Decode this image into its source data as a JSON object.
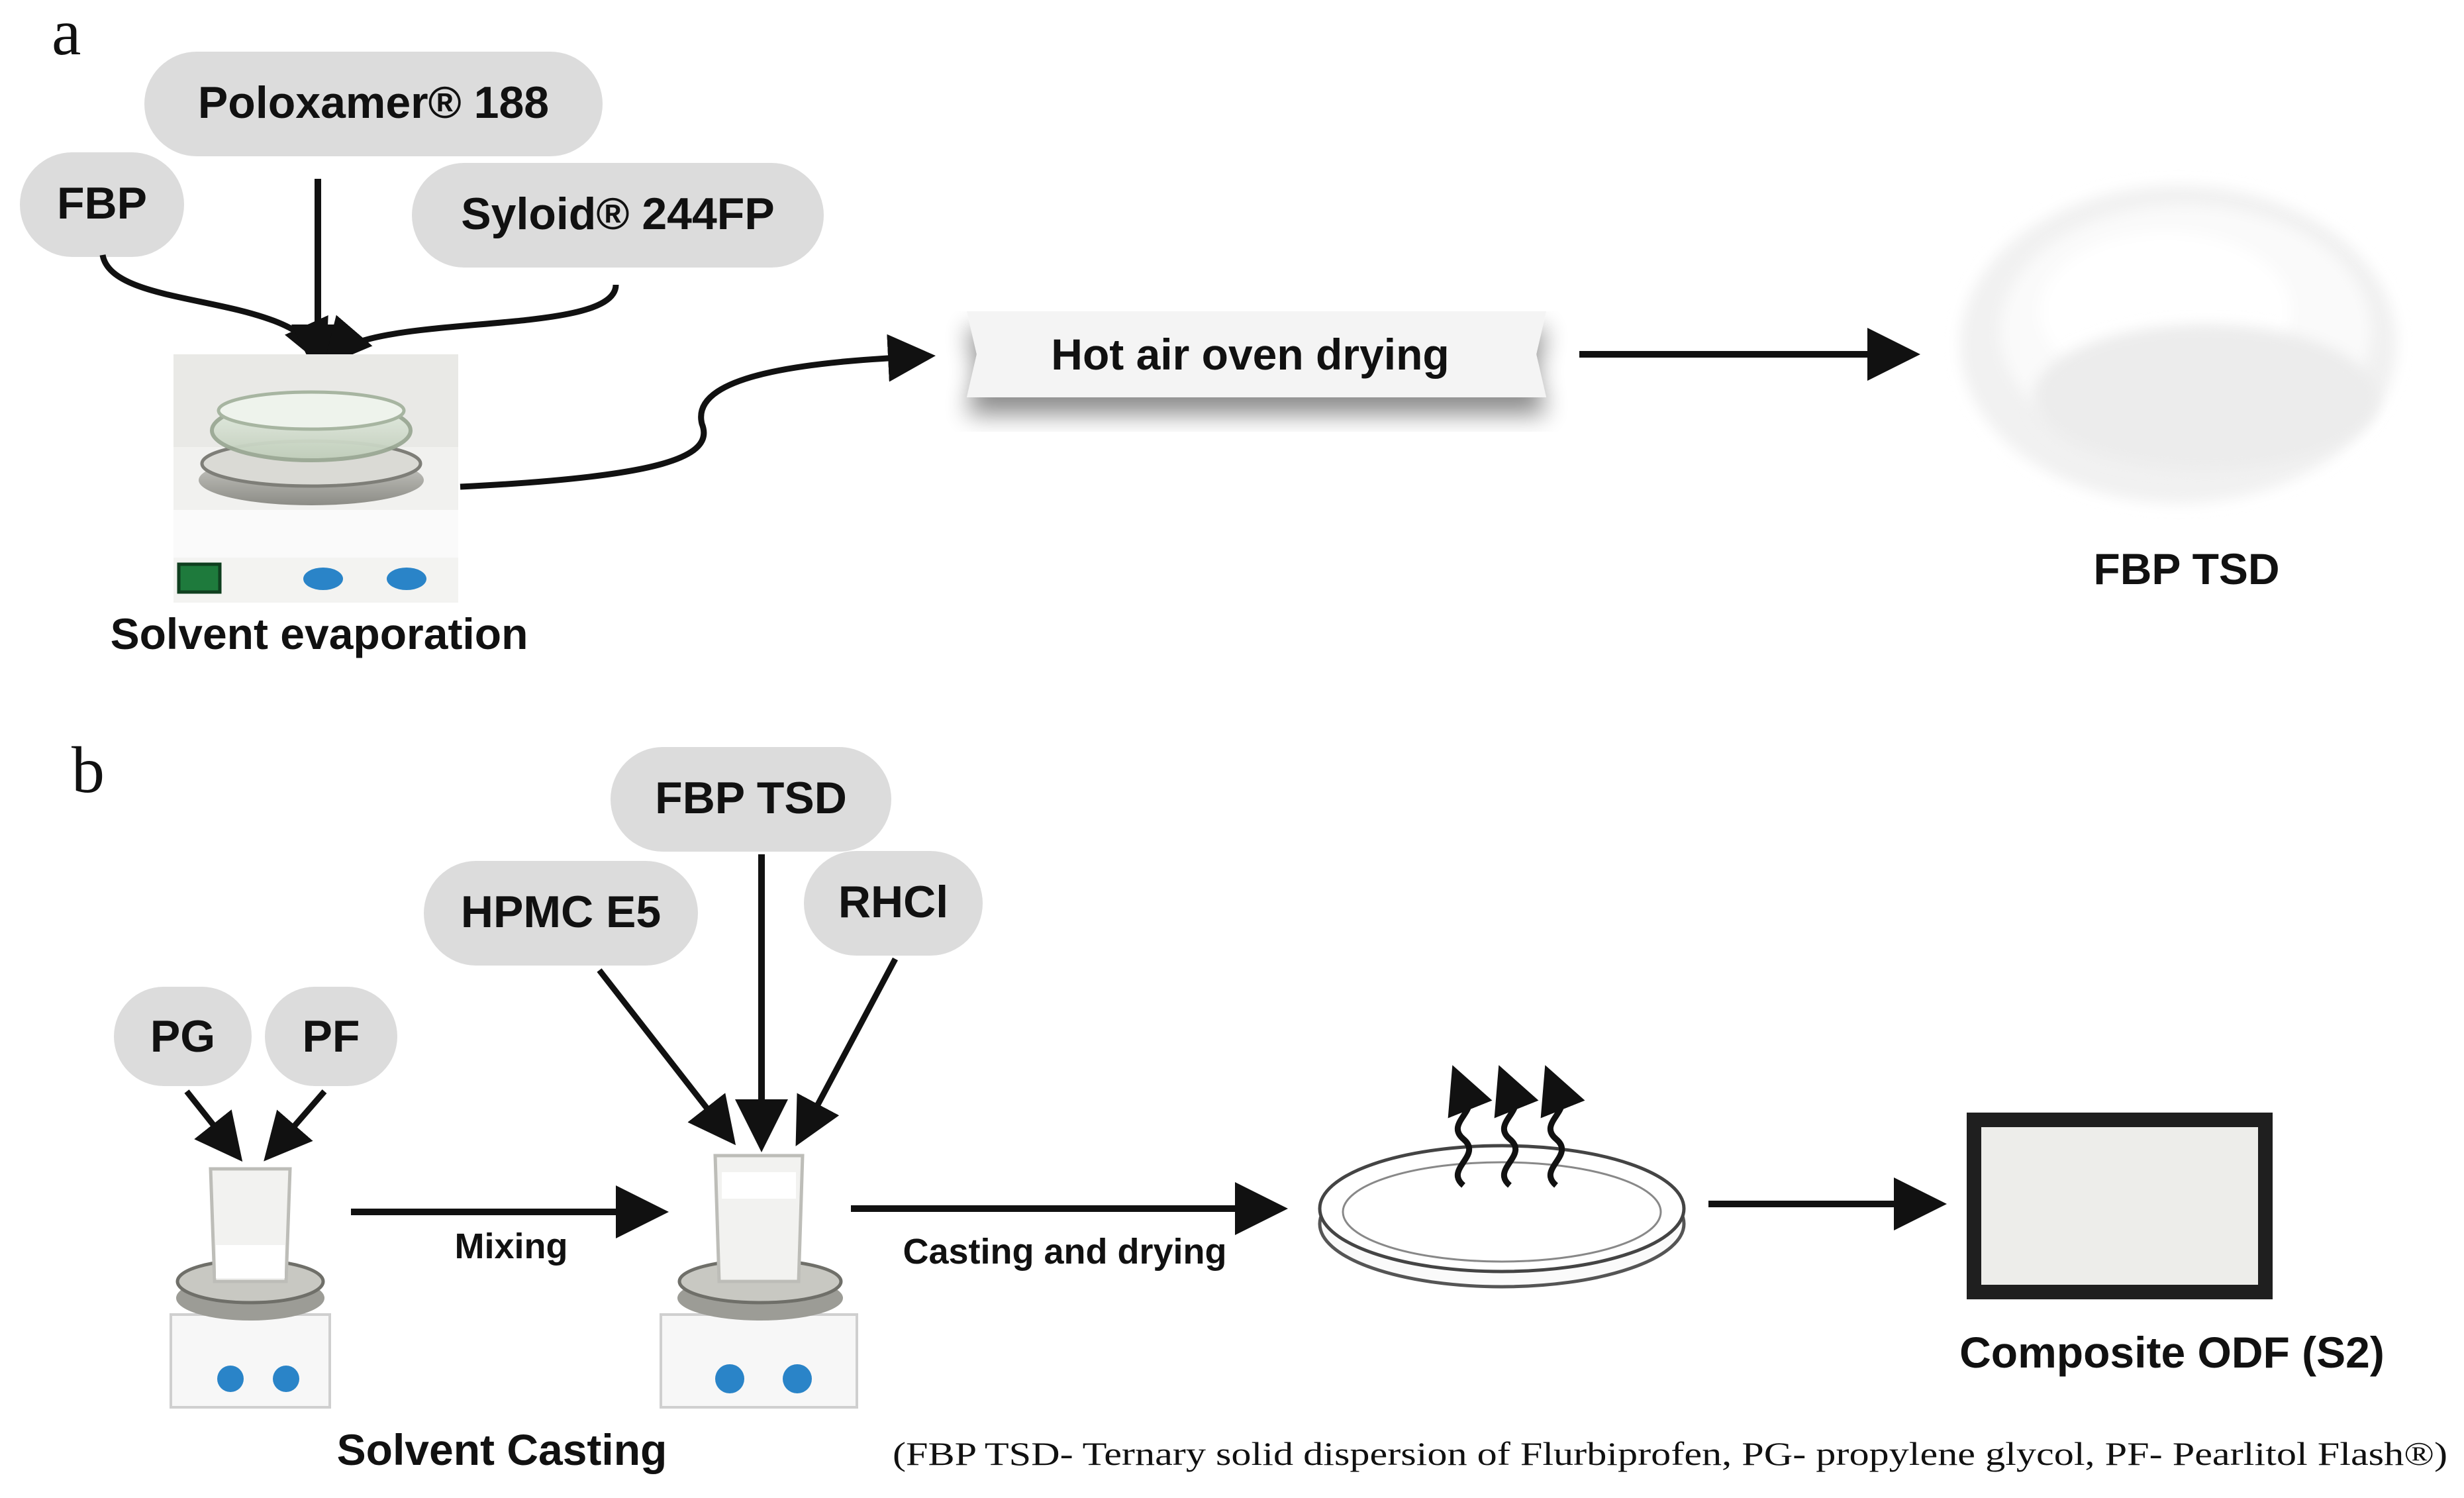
{
  "panel_a": {
    "letter": "a",
    "inputs": {
      "fbp": "FBP",
      "poloxamer": "Poloxamer® 188",
      "syloid": "Syloid® 244FP"
    },
    "process": "Solvent evaporation",
    "drying": "Hot air oven drying",
    "product": "FBP TSD"
  },
  "panel_b": {
    "letter": "b",
    "inputs": {
      "fbp_tsd": "FBP TSD",
      "hpmc": "HPMC E5",
      "rhcl": "RHCl",
      "pg": "PG",
      "pf": "PF"
    },
    "mixing": "Mixing",
    "casting": "Casting and drying",
    "process": "Solvent Casting",
    "product": "Composite ODF (S2)"
  },
  "footnote": "(FBP TSD- Ternary solid dispersion of Flurbiprofen, PG- propylene glycol, PF- Pearlitol Flash®)"
}
